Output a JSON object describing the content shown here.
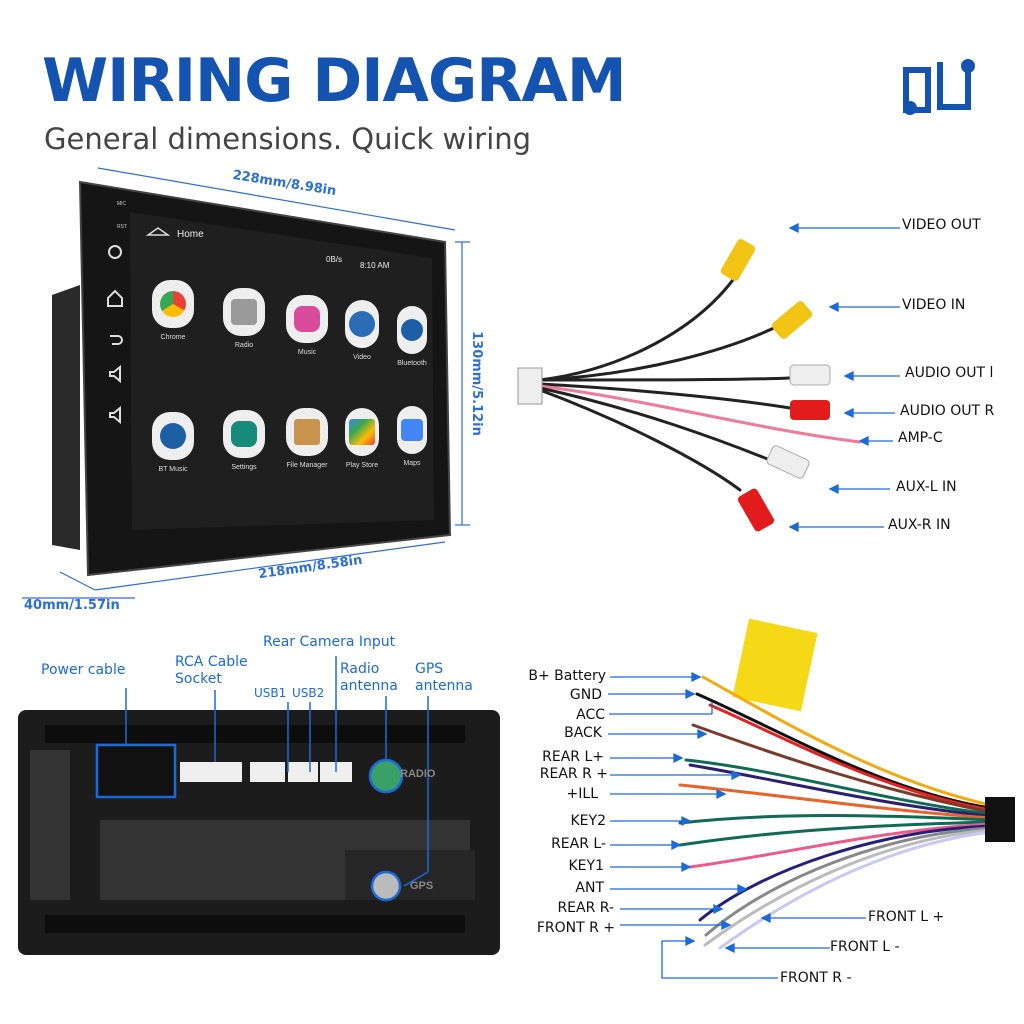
{
  "header": {
    "title": "WIRING DIAGRAM",
    "subtitle": "General dimensions. Quick wiring",
    "icon": "wiring-logo-icon"
  },
  "dimensions": {
    "width_top": "228mm/8.98in",
    "height": "130mm/5.12in",
    "width_bottom": "218mm/8.58in",
    "depth": "40mm/1.57in"
  },
  "screen": {
    "side_labels": {
      "mic": "MIC",
      "rst": "RST"
    },
    "home_label": "Home",
    "status": {
      "speed": "0B/s",
      "time": "8:10 AM"
    },
    "apps": [
      {
        "label": "Chrome",
        "color": "#e94235"
      },
      {
        "label": "Radio",
        "color": "#9a9a9a"
      },
      {
        "label": "Music",
        "color": "#d94c9c"
      },
      {
        "label": "Video",
        "color": "#2a6db6"
      },
      {
        "label": "Bluetooth",
        "color": "#1d5fa5"
      },
      {
        "label": "BT Music",
        "color": "#1d5fa5"
      },
      {
        "label": "Settings",
        "color": "#168b7c"
      },
      {
        "label": "File Manager",
        "color": "#c9954e"
      },
      {
        "label": "Play Store",
        "color": "#34a853"
      },
      {
        "label": "Maps",
        "color": "#4285f4"
      }
    ]
  },
  "rca": {
    "labels": [
      "VIDEO OUT",
      "VIDEO IN",
      "AUDIO OUT l",
      "AUDIO OUT R",
      "AMP-C",
      "AUX-L IN",
      "AUX-R IN"
    ]
  },
  "rear_panel": {
    "power_cable": "Power cable",
    "rca_socket_1": "RCA Cable",
    "rca_socket_2": "Socket",
    "rear_camera": "Rear Camera Input",
    "usb1": "USB1",
    "usb2": "USB2",
    "radio_1": "Radio",
    "radio_2": "antenna",
    "gps_1": "GPS",
    "gps_2": "antenna",
    "radio_mark": "RADIO",
    "gps_mark": "GPS"
  },
  "harness": {
    "left_labels": [
      "B+ Battery",
      "GND",
      "ACC",
      "BACK",
      "REAR L+",
      "REAR R +",
      "+ILL",
      "KEY2",
      "REAR L-",
      "KEY1",
      "ANT",
      "REAR R-",
      "FRONT R +"
    ],
    "right_labels": [
      "FRONT L +",
      "FRONT L -",
      "FRONT R -"
    ]
  },
  "colors": {
    "accent": "#1553b0",
    "arrow": "#1a6ad8"
  }
}
